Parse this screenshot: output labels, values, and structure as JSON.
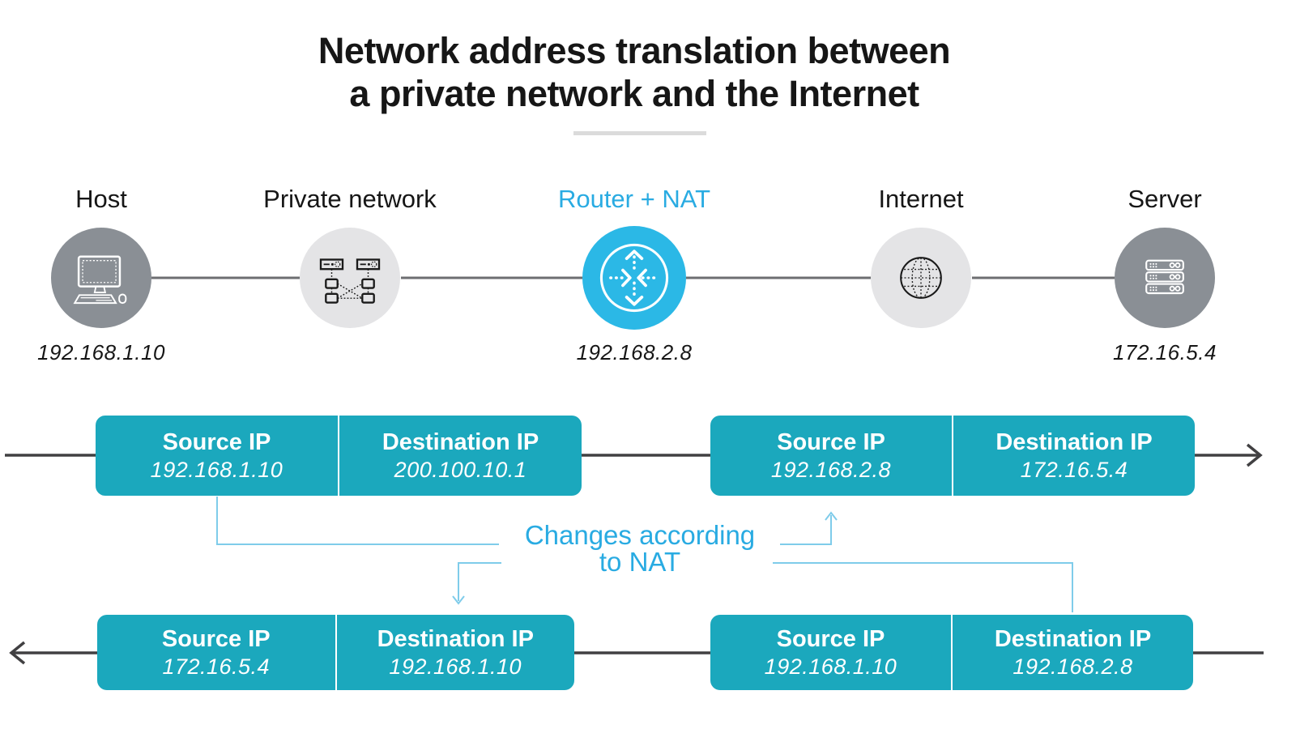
{
  "title": {
    "line1": "Network address translation between",
    "line2": "a private network and the Internet"
  },
  "nodes": [
    {
      "label": "Host",
      "ip": "192.168.1.10",
      "icon": "computer-icon"
    },
    {
      "label": "Private network",
      "ip": "",
      "icon": "network-icon"
    },
    {
      "label": "Router + NAT",
      "ip": "192.168.2.8",
      "icon": "router-icon"
    },
    {
      "label": "Internet",
      "ip": "",
      "icon": "globe-icon"
    },
    {
      "label": "Server",
      "ip": "172.16.5.4",
      "icon": "server-icon"
    }
  ],
  "packets": {
    "top_left": {
      "source_label": "Source IP",
      "source_value": "192.168.1.10",
      "destination_label": "Destination IP",
      "destination_value": "200.100.10.1"
    },
    "top_right": {
      "source_label": "Source IP",
      "source_value": "192.168.2.8",
      "destination_label": "Destination IP",
      "destination_value": "172.16.5.4"
    },
    "bottom_left": {
      "source_label": "Source IP",
      "source_value": "172.16.5.4",
      "destination_label": "Destination IP",
      "destination_value": "192.168.1.10"
    },
    "bottom_right": {
      "source_label": "Source IP",
      "source_value": "192.168.1.10",
      "destination_label": "Destination IP",
      "destination_value": "192.168.2.8"
    }
  },
  "annotation": {
    "line1": "Changes according",
    "line2": "to NAT"
  },
  "colors": {
    "accent_cyan": "#29ABE2",
    "box_teal": "#1BA8BD",
    "router_circle": "#2BB8E6",
    "dark_circle": "#8A8F95",
    "light_circle": "#E4E4E6",
    "connector_gray": "#6D6E71",
    "arrow_dark": "#414042",
    "link_blue": "#7FCCEA"
  }
}
